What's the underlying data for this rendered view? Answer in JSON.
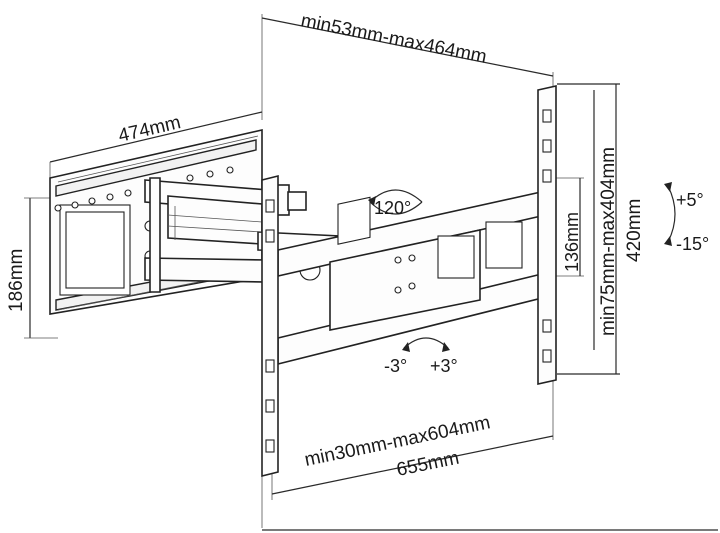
{
  "diagram": {
    "dim_top": "min53mm-max464mm",
    "dim_wall_width": "474mm",
    "dim_wall_height": "186mm",
    "dim_tilt_angle": "120°",
    "dim_plate_width": "655mm",
    "dim_plate_range": "min30mm-max604mm",
    "dim_inner_height": "136mm",
    "dim_vertical_range": "min75mm-max404mm",
    "dim_plate_height": "420mm",
    "tilt_up": "+5°",
    "tilt_down": "-15°",
    "rot_left": "-3°",
    "rot_right": "+3°"
  }
}
